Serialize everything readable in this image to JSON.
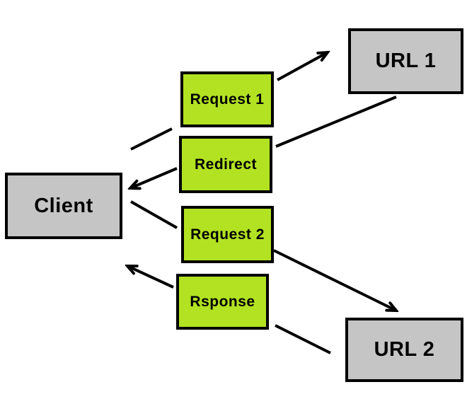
{
  "colors": {
    "background": "#ffffff",
    "node_gray_fill": "#c5c5c5",
    "node_green_fill": "#b2e222",
    "border_and_lines": "#000000",
    "text": "#000000"
  },
  "nodes": {
    "client": {
      "label": "Client",
      "kind": "gray"
    },
    "request1": {
      "label": "Request 1",
      "kind": "green"
    },
    "redirect": {
      "label": "Redirect",
      "kind": "green"
    },
    "request2": {
      "label": "Request 2",
      "kind": "green"
    },
    "rsponse": {
      "label": "Rsponse",
      "kind": "green"
    },
    "url1": {
      "label": "URL 1",
      "kind": "gray"
    },
    "url2": {
      "label": "URL 2",
      "kind": "gray"
    }
  },
  "edges": [
    {
      "from": "Client",
      "via": "Request 1",
      "to": "URL 1",
      "arrowhead_at": "URL 1"
    },
    {
      "from": "URL 1",
      "via": "Redirect",
      "to": "Client",
      "arrowhead_at": "Client"
    },
    {
      "from": "Client",
      "via": "Request 2",
      "to": "URL 2",
      "arrowhead_at": "URL 2"
    },
    {
      "from": "URL 2",
      "via": "Rsponse",
      "to": "Client",
      "arrowhead_at": "Client"
    }
  ]
}
